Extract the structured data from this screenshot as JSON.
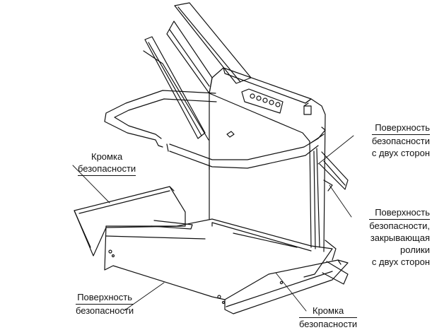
{
  "labels": {
    "left_edge": {
      "lines": [
        "Кромка",
        "безопасности"
      ]
    },
    "right_surface_two_sides": {
      "lines": [
        "Поверхность",
        "безопасности",
        "с двух сторон"
      ]
    },
    "right_surface_rollers": {
      "lines": [
        "Поверхность",
        "безопасности,",
        "закрывающая",
        "ролики",
        "с двух сторон"
      ]
    },
    "bottom_left_surface": {
      "lines": [
        "Поверхность",
        "безопасности"
      ]
    },
    "bottom_right_edge": {
      "lines": [
        "Кромка",
        "безопасности"
      ]
    }
  },
  "colors": {
    "line": "#111111",
    "background": "#ffffff"
  }
}
